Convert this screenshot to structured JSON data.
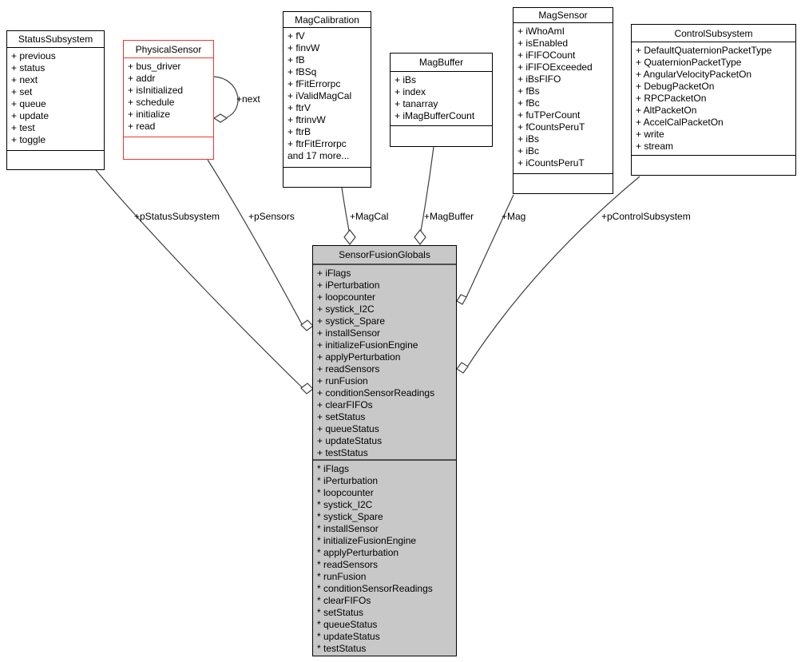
{
  "colors": {
    "border": "#000000",
    "edge": "#3f3f3f",
    "node_fill": "#ffffff",
    "focus_fill": "#c8c8c8",
    "highlight_border": "#ec3832"
  },
  "classes": {
    "status_subsystem": {
      "title": "StatusSubsystem",
      "members": [
        "+ previous",
        "+ status",
        "+ next",
        "+ set",
        "+ queue",
        "+ update",
        "+ test",
        "+ toggle"
      ]
    },
    "physical_sensor": {
      "title": "PhysicalSensor",
      "members": [
        "+ bus_driver",
        "+ addr",
        "+ isInitialized",
        "+ schedule",
        "+ initialize",
        "+ read"
      ]
    },
    "mag_calibration": {
      "title": "MagCalibration",
      "members": [
        "+ fV",
        "+ finvW",
        "+ fB",
        "+ fBSq",
        "+ fFitErrorpc",
        "+ iValidMagCal",
        "+ ftrV",
        "+ ftrinvW",
        "+ ftrB",
        "+ ftrFitErrorpc",
        "and 17 more..."
      ]
    },
    "mag_buffer": {
      "title": "MagBuffer",
      "members": [
        "+ iBs",
        "+ index",
        "+ tanarray",
        "+ iMagBufferCount"
      ]
    },
    "mag_sensor": {
      "title": "MagSensor",
      "members": [
        "+ iWhoAmI",
        "+ isEnabled",
        "+ iFIFOCount",
        "+ iFIFOExceeded",
        "+ iBsFIFO",
        "+ fBs",
        "+ fBc",
        "+ fuTPerCount",
        "+ fCountsPeruT",
        "+ iBs",
        "+ iBc",
        "+ iCountsPeruT"
      ]
    },
    "control_subsystem": {
      "title": "ControlSubsystem",
      "members": [
        "+ DefaultQuaternionPacketType",
        "+ QuaternionPacketType",
        "+ AngularVelocityPacketOn",
        "+ DebugPacketOn",
        "+ RPCPacketOn",
        "+ AltPacketOn",
        "+ AccelCalPacketOn",
        "+ write",
        "+ stream"
      ]
    },
    "sensor_fusion_globals": {
      "title": "SensorFusionGlobals",
      "members": [
        "+ iFlags",
        "+ iPerturbation",
        "+ loopcounter",
        "+ systick_I2C",
        "+ systick_Spare",
        "+ installSensor",
        "+ initializeFusionEngine",
        "+ applyPerturbation",
        "+ readSensors",
        "+ runFusion",
        "+ conditionSensorReadings",
        "+ clearFIFOs",
        "+ setStatus",
        "+ queueStatus",
        "+ updateStatus",
        "+ testStatus"
      ],
      "members2": [
        "* iFlags",
        "* iPerturbation",
        "* loopcounter",
        "* systick_I2C",
        "* systick_Spare",
        "* installSensor",
        "* initializeFusionEngine",
        "* applyPerturbation",
        "* readSensors",
        "* runFusion",
        "* conditionSensorReadings",
        "* clearFIFOs",
        "* setStatus",
        "* queueStatus",
        "* updateStatus",
        "* testStatus"
      ]
    }
  },
  "edge_labels": {
    "p_status_subsystem": "+pStatusSubsystem",
    "p_sensors": "+pSensors",
    "mag_cal": "+MagCal",
    "mag_buffer": "+MagBuffer",
    "mag": "+Mag",
    "p_control_subsystem": "+pControlSubsystem",
    "next": "+next"
  }
}
